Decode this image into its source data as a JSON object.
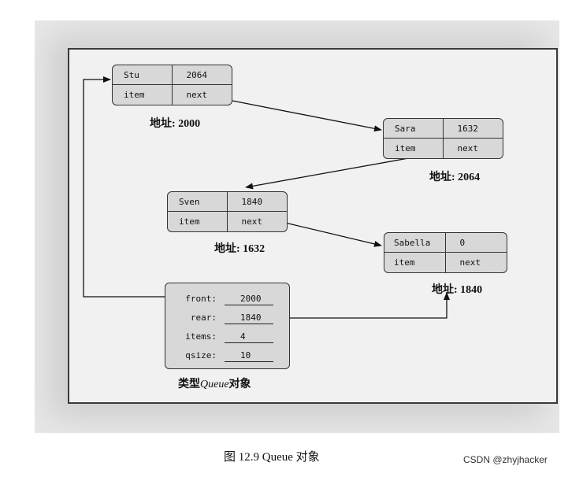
{
  "nodes": [
    {
      "name": "Stu",
      "next_value": "2064",
      "item_label": "item",
      "next_label": "next",
      "address": "地址: 2000"
    },
    {
      "name": "Sara",
      "next_value": "1632",
      "item_label": "item",
      "next_label": "next",
      "address": "地址: 2064"
    },
    {
      "name": "Sven",
      "next_value": "1840",
      "item_label": "item",
      "next_label": "next",
      "address": "地址: 1632"
    },
    {
      "name": "Sabella",
      "next_value": "0",
      "item_label": "item",
      "next_label": "next",
      "address": "地址: 1840"
    }
  ],
  "queue": {
    "fields": [
      {
        "label": "front:",
        "value": "2000"
      },
      {
        "label": "rear:",
        "value": "1840"
      },
      {
        "label": "items:",
        "value": "4"
      },
      {
        "label": "qsize:",
        "value": "10"
      }
    ],
    "caption_prefix": "类型",
    "caption_type": "Queue",
    "caption_suffix": "对象"
  },
  "figure_caption": "图 12.9   Queue 对象",
  "watermark": "CSDN @zhyjhacker"
}
